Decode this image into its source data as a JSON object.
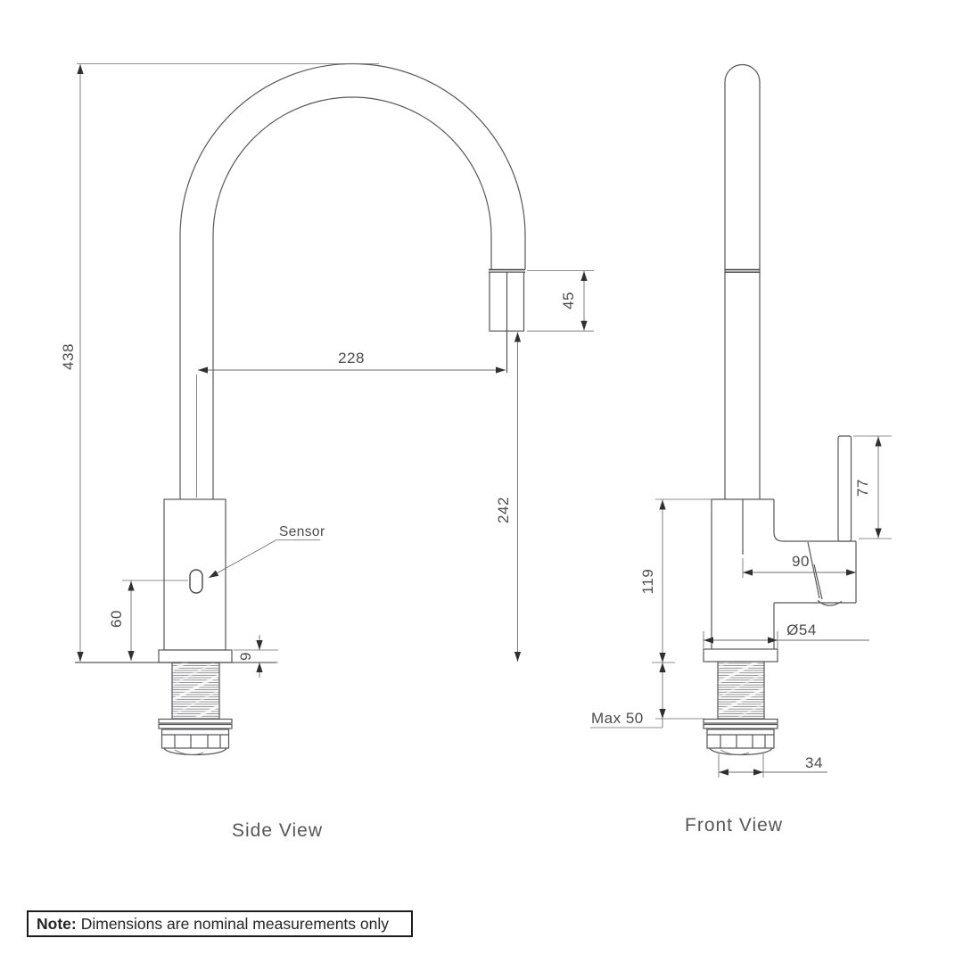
{
  "views": {
    "side": {
      "label": "Side View",
      "dims": {
        "overall_height": "438",
        "spout_reach": "228",
        "spout_tip_length": "45",
        "spout_clearance": "242",
        "sensor_label": "Sensor",
        "sensor_height": "60",
        "deck_plate_thickness": "9"
      }
    },
    "front": {
      "label": "Front View",
      "dims": {
        "handle_length": "77",
        "handle_reach": "90",
        "body_height": "119",
        "base_diameter": "Ø54",
        "max_deck_thickness": "Max 50",
        "thread_diameter": "34"
      }
    }
  },
  "note": {
    "prefix": "Note:",
    "text": "Dimensions are nominal measurements only"
  },
  "colors": {
    "background": "#ffffff",
    "outline": "#58585a",
    "dimension_line": "#6e6e70",
    "text": "#4c4c4e",
    "note_border": "#1c1c1c"
  }
}
